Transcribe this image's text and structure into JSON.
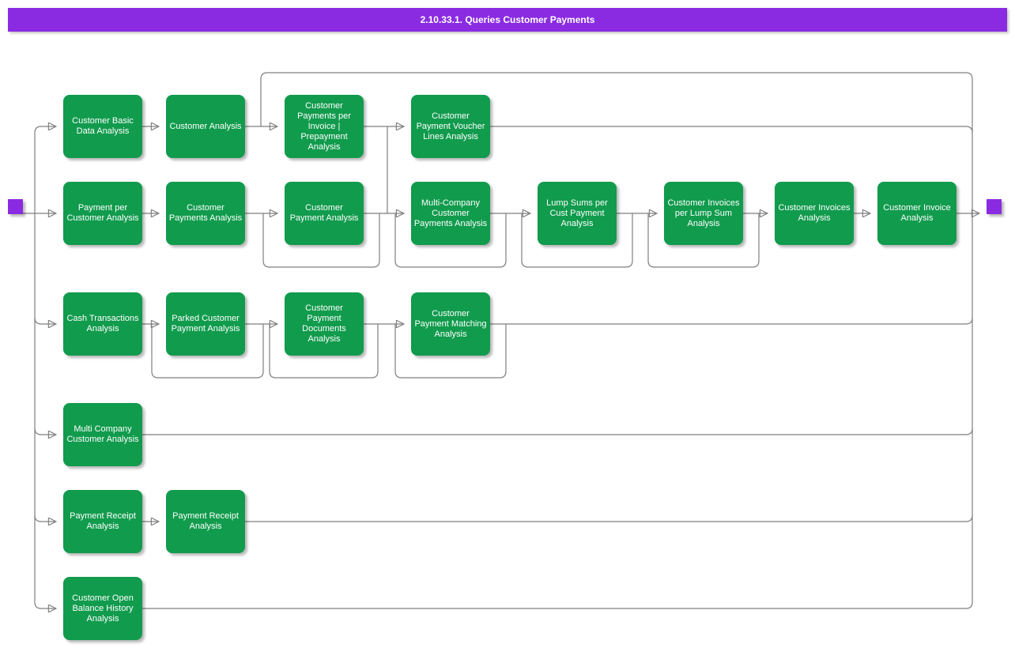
{
  "title_bar": {
    "label": "2.10.33.1. Queries Customer Payments"
  },
  "colors": {
    "accent_purple": "#8A2BE2",
    "node_green": "#119B4D",
    "connector_gray": "#7F7F7F",
    "node_text": "#FFFFFF",
    "background": "#FFFFFF"
  },
  "flow": {
    "start_marker": {
      "name": "start-milestone"
    },
    "end_marker": {
      "name": "end-milestone"
    },
    "rows": [
      {
        "nodes": [
          {
            "label": "Customer Basic Data Analysis"
          },
          {
            "label": "Customer Analysis"
          },
          {
            "label": "Customer Payments per Invoice | Prepayment Analysis"
          },
          {
            "label": "Customer Payment Voucher Lines Analysis"
          }
        ]
      },
      {
        "nodes": [
          {
            "label": "Payment per Customer Analysis"
          },
          {
            "label": "Customer Payments Analysis"
          },
          {
            "label": "Customer Payment Analysis"
          },
          {
            "label": "Multi-Company Customer Payments Analysis"
          },
          {
            "label": "Lump Sums per Cust Payment Analysis"
          },
          {
            "label": "Customer Invoices per Lump Sum Analysis"
          },
          {
            "label": "Customer Invoices Analysis"
          },
          {
            "label": "Customer Invoice Analysis"
          }
        ]
      },
      {
        "nodes": [
          {
            "label": "Cash Transactions Analysis"
          },
          {
            "label": "Parked Customer Payment Analysis"
          },
          {
            "label": "Customer Payment Documents Analysis"
          },
          {
            "label": "Customer Payment Matching Analysis"
          }
        ]
      },
      {
        "nodes": [
          {
            "label": "Multi Company Customer Analysis"
          }
        ]
      },
      {
        "nodes": [
          {
            "label": "Payment Receipt Analysis"
          },
          {
            "label": "Payment Receipt Analysis"
          }
        ]
      },
      {
        "nodes": [
          {
            "label": "Customer Open Balance History Analysis"
          }
        ]
      }
    ]
  }
}
